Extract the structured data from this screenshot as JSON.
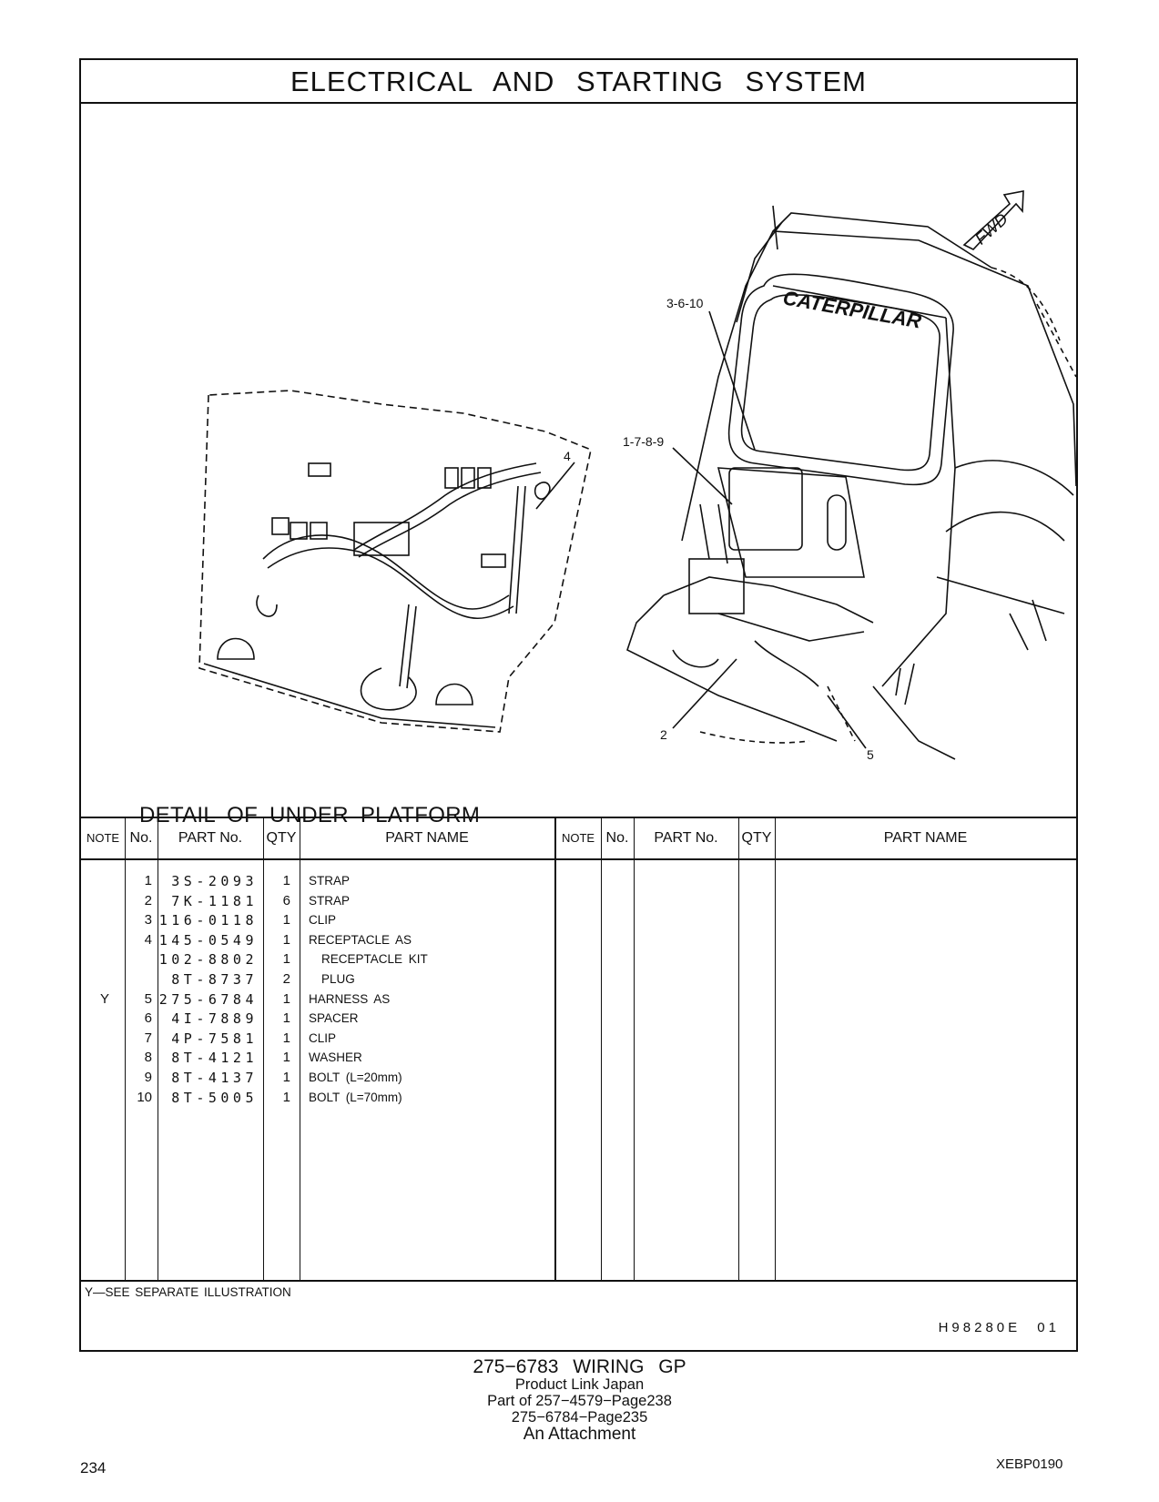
{
  "page": {
    "title": "ELECTRICAL AND STARTING SYSTEM",
    "detail_caption": "DETAIL OF UNDER PLATFORM",
    "callouts": [
      "3-6-10",
      "1-7-8-9",
      "4",
      "2",
      "5"
    ],
    "fwd_label": "FWD",
    "brand_label": "CATERPILLAR"
  },
  "table": {
    "headers": {
      "note": "NOTE",
      "no": "No.",
      "part_no": "PART No.",
      "qty": "QTY",
      "part_name": "PART NAME"
    },
    "rows": [
      {
        "note": "",
        "no": "1",
        "part": "3S-2093",
        "qty": "1",
        "name": "STRAP"
      },
      {
        "note": "",
        "no": "2",
        "part": "7K-1181",
        "qty": "6",
        "name": "STRAP"
      },
      {
        "note": "",
        "no": "3",
        "part": "116-0118",
        "qty": "1",
        "name": "CLIP"
      },
      {
        "note": "",
        "no": "4",
        "part": "145-0549",
        "qty": "1",
        "name": "RECEPTACLE AS"
      },
      {
        "note": "",
        "no": "",
        "part": "102-8802",
        "qty": "1",
        "name": "RECEPTACLE KIT",
        "indent": true
      },
      {
        "note": "",
        "no": "",
        "part": "8T-8737",
        "qty": "2",
        "name": "PLUG",
        "indent": true
      },
      {
        "note": "Y",
        "no": "5",
        "part": "275-6784",
        "qty": "1",
        "name": "HARNESS AS"
      },
      {
        "note": "",
        "no": "6",
        "part": "4I-7889",
        "qty": "1",
        "name": "SPACER"
      },
      {
        "note": "",
        "no": "7",
        "part": "4P-7581",
        "qty": "1",
        "name": "CLIP"
      },
      {
        "note": "",
        "no": "8",
        "part": "8T-4121",
        "qty": "1",
        "name": "WASHER"
      },
      {
        "note": "",
        "no": "9",
        "part": "8T-4137",
        "qty": "1",
        "name": "BOLT (L=20mm)"
      },
      {
        "note": "",
        "no": "10",
        "part": "8T-5005",
        "qty": "1",
        "name": "BOLT (L=70mm)"
      }
    ],
    "footnote": "Y—SEE SEPARATE ILLUSTRATION",
    "code": "H98280E 01"
  },
  "caption": {
    "line1": "275−6783 WIRING GP",
    "line2": "Product Link Japan",
    "line3": "Part of 257−4579−Page238",
    "line4": "275−6784−Page235",
    "line5": "An Attachment"
  },
  "footer": {
    "page_number": "234",
    "doc_code": "XEBP0190"
  }
}
